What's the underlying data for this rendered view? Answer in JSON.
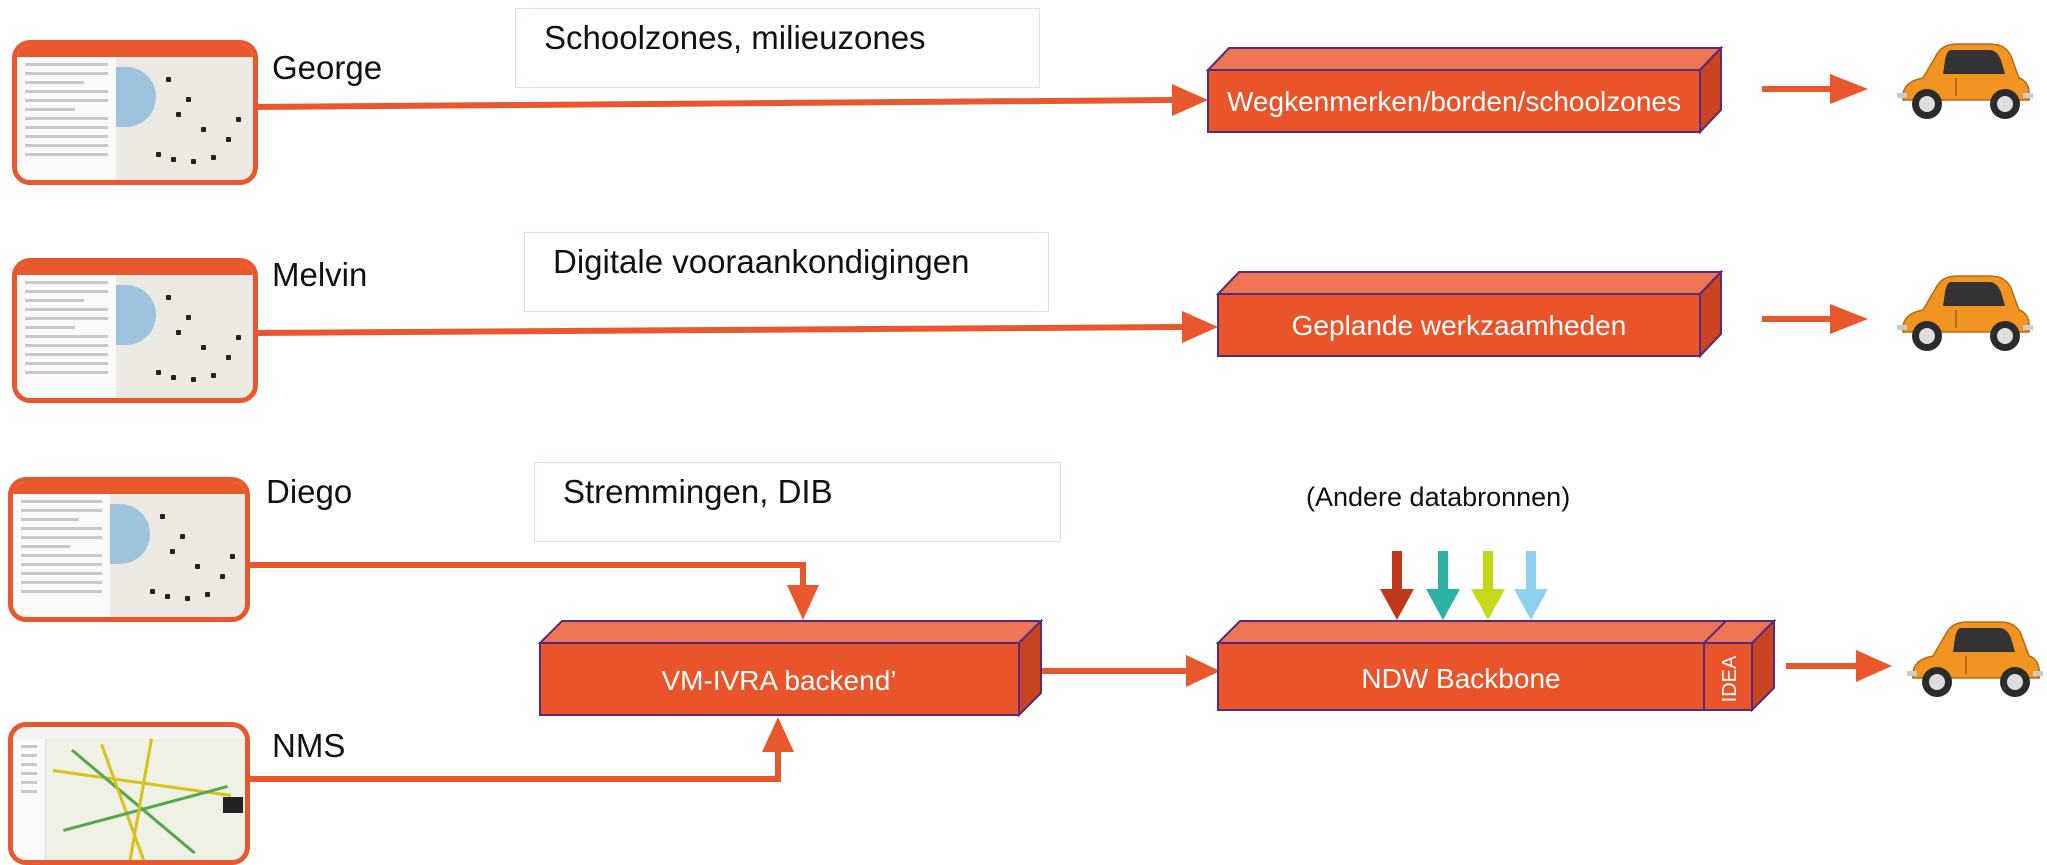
{
  "rows": {
    "george": {
      "name": "George",
      "note": "Schoolzones, milieuzones",
      "target": "Wegkenmerken/borden/schoolzones"
    },
    "melvin": {
      "name": "Melvin",
      "note": "Digitale vooraankondigingen",
      "target": "Geplande werkzaamheden"
    },
    "diego": {
      "name": "Diego",
      "note": "Stremmingen, DIB"
    },
    "nms": {
      "name": "NMS"
    }
  },
  "backend": {
    "label": "VM-IVRA backend’"
  },
  "backbone": {
    "label": "NDW Backbone",
    "side_label": "IDEA"
  },
  "other_sources": {
    "caption": "(Andere databronnen)",
    "arrow_colors": [
      "#c0391b",
      "#2ab3a4",
      "#c6d81a",
      "#8fd0f0"
    ]
  },
  "colors": {
    "accent": "#e9582c",
    "box_fill": "#e9542b",
    "box_top": "#ee7553",
    "box_side": "#c94321",
    "box_outline": "#5a2a7a"
  },
  "icons": [
    "car-icon",
    "map-screenshot-thumbnail"
  ]
}
